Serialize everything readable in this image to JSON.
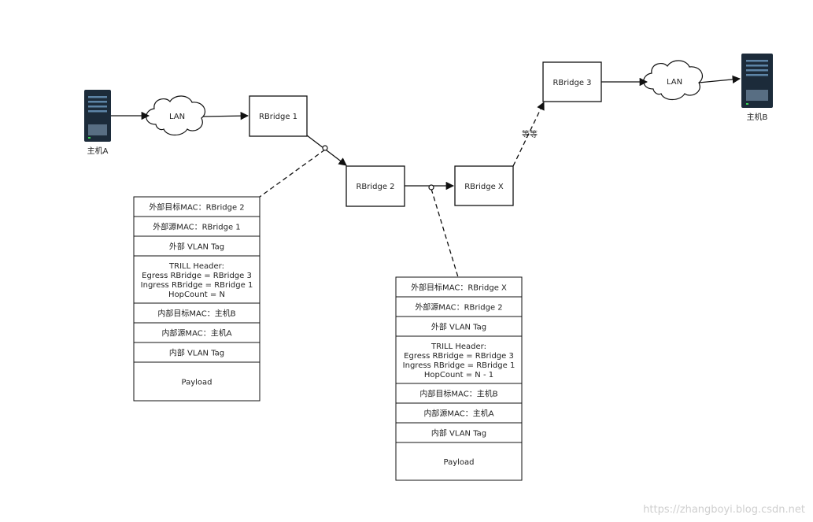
{
  "hosts": {
    "a": {
      "label": "主机A",
      "icon": "server-icon"
    },
    "b": {
      "label": "主机B",
      "icon": "server-icon"
    }
  },
  "lans": {
    "left": "LAN",
    "right": "LAN"
  },
  "bridges": {
    "rb1": "RBridge 1",
    "rb2": "RBridge 2",
    "rbx": "RBridge X",
    "rb3": "RBridge 3"
  },
  "etc_label": "等等",
  "frame1": {
    "rows": [
      [
        "外部目标MAC：RBridge 2"
      ],
      [
        "外部源MAC：RBridge 1"
      ],
      [
        "外部 VLAN Tag"
      ],
      [
        "TRILL Header:",
        "Egress RBridge = RBridge 3",
        "Ingress RBridge = RBridge 1",
        "HopCount = N"
      ],
      [
        "内部目标MAC：主机B"
      ],
      [
        "内部源MAC：主机A"
      ],
      [
        "内部 VLAN Tag"
      ],
      [
        "Payload"
      ]
    ]
  },
  "frame2": {
    "rows": [
      [
        "外部目标MAC：RBridge X"
      ],
      [
        "外部源MAC：RBridge 2"
      ],
      [
        "外部 VLAN Tag"
      ],
      [
        "TRILL Header:",
        "Egress RBridge = RBridge 3",
        "Ingress RBridge = RBridge 1",
        "HopCount = N - 1"
      ],
      [
        "内部目标MAC：主机B"
      ],
      [
        "内部源MAC：主机A"
      ],
      [
        "内部 VLAN Tag"
      ],
      [
        "Payload"
      ]
    ]
  },
  "watermark": "https://zhangboyi.blog.csdn.net"
}
